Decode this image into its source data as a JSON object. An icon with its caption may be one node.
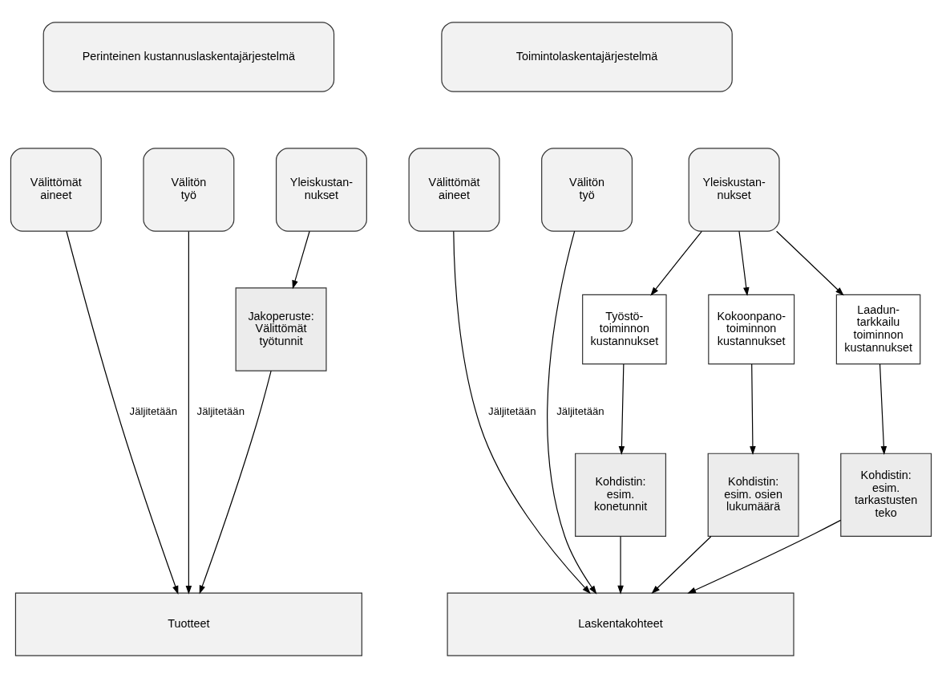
{
  "diagram": {
    "nodes": [
      {
        "text": [
          "Perinteinen kustannuslaskentajärjestelmä"
        ]
      },
      {
        "text": [
          "Toimintolaskentajärjestelmä"
        ]
      },
      {
        "text": [
          "Välittömät aineet"
        ]
      },
      {
        "text": [
          "Välitön työ"
        ]
      },
      {
        "text": [
          "Yleiskustan- nukset"
        ]
      },
      {
        "text": [
          "Jakoperuste: Välittömät työtunnit"
        ]
      },
      {
        "text": [
          "Välittömät aineet"
        ]
      },
      {
        "text": [
          "Välitön työ"
        ]
      },
      {
        "text": [
          "Yleiskustan- nukset"
        ]
      },
      {
        "text": [
          "Työstö- toiminnon kustannukset"
        ]
      },
      {
        "text": [
          "Kokoonpano- toiminnon kustannukset"
        ]
      },
      {
        "text": [
          "Laadun- tarkkailu toiminnon kustannukset"
        ]
      },
      {
        "text": [
          "Kohdistin: esim. konetunnit"
        ]
      },
      {
        "text": [
          "Kohdistin: esim. osien lukumäärä"
        ]
      },
      {
        "text": [
          "Kohdistin: esim. tarkastusten teko"
        ]
      },
      {
        "text": [
          "Tuotteet"
        ]
      },
      {
        "text": [
          "Laskentakohteet"
        ]
      }
    ],
    "edges": [
      {
        "from": 2,
        "to": 15,
        "arrow": "to",
        "label": "Jäljitetään"
      },
      {
        "from": 3,
        "to": 15,
        "arrow": "to",
        "label": "Jäljitetään"
      },
      {
        "from": 4,
        "to": 5,
        "arrow": "to"
      },
      {
        "from": 5,
        "to": 15,
        "arrow": "to"
      },
      {
        "from": 6,
        "to": 16,
        "arrow": "to",
        "label": "Jäljitetään"
      },
      {
        "from": 7,
        "to": 16,
        "arrow": "to",
        "label": "Jäljitetään"
      },
      {
        "from": 8,
        "to": 9,
        "arrow": "to"
      },
      {
        "from": 8,
        "to": 10,
        "arrow": "to"
      },
      {
        "from": 8,
        "to": 11,
        "arrow": "to"
      },
      {
        "from": 9,
        "to": 12,
        "arrow": "to"
      },
      {
        "from": 10,
        "to": 13,
        "arrow": "to"
      },
      {
        "from": 11,
        "to": 14,
        "arrow": "to"
      },
      {
        "from": 12,
        "to": 16,
        "arrow": "to"
      },
      {
        "from": 13,
        "to": 16,
        "arrow": "to"
      },
      {
        "from": 14,
        "to": 16,
        "arrow": "to"
      }
    ]
  }
}
